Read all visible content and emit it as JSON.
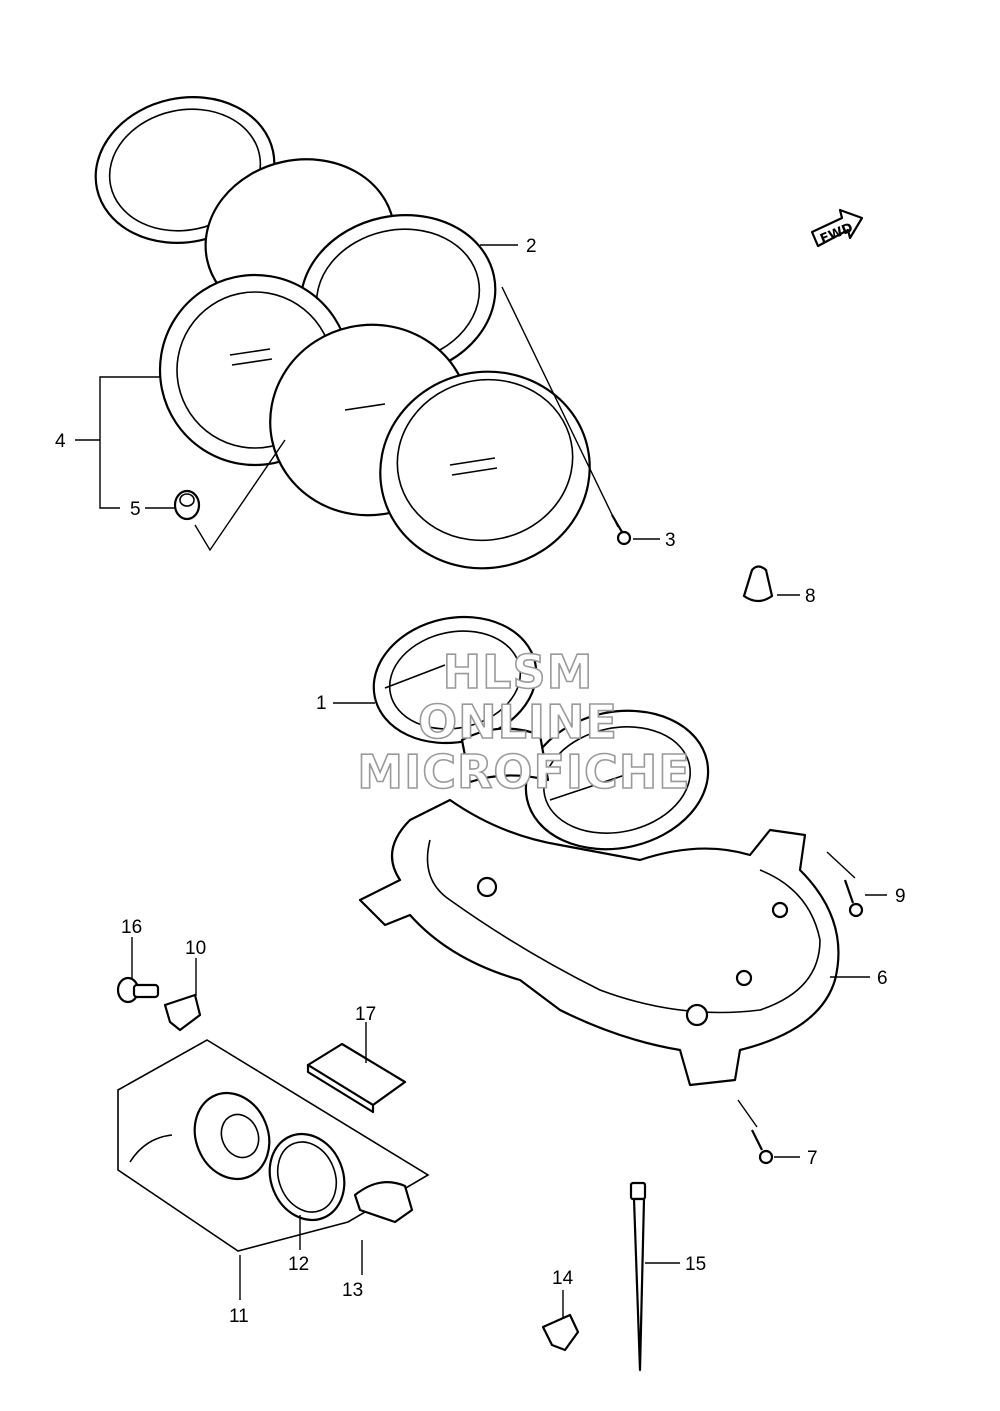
{
  "diagram": {
    "callouts": {
      "c1": "1",
      "c2": "2",
      "c3": "3",
      "c4": "4",
      "c5": "5",
      "c6": "6",
      "c7": "7",
      "c8": "8",
      "c9": "9",
      "c10": "10",
      "c11": "11",
      "c12": "12",
      "c13": "13",
      "c14": "14",
      "c15": "15",
      "c16": "16",
      "c17": "17"
    },
    "fwd_label": "FWD",
    "watermark": {
      "line1": "HLSM",
      "line2": "ONLINE",
      "line3": "MICROFICHE"
    }
  }
}
